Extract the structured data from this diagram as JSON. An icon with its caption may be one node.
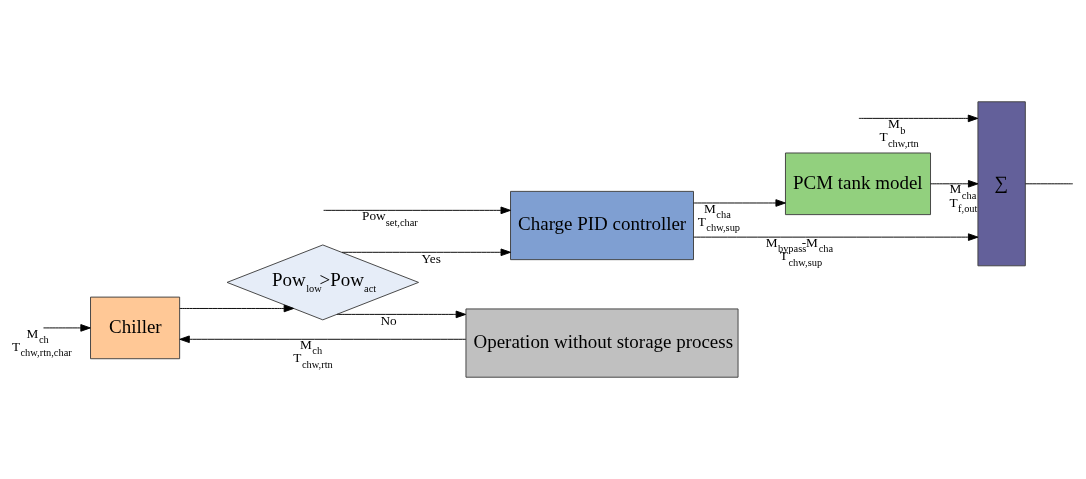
{
  "diagram": {
    "nodes": [
      {
        "text": [
          "Chiller"
        ]
      },
      {
        "text": [
          "Pow$_{low}$>Pow$_{act}$"
        ]
      },
      {
        "text": [
          "Charge PID controller"
        ]
      },
      {
        "text": [
          "PCM tank model"
        ]
      },
      {
        "text": [
          "∑"
        ]
      },
      {
        "text": [
          "Operation without storage process"
        ]
      }
    ],
    "edges": [
      {
        "from": 0,
        "to": 1,
        "arrow": "to"
      },
      {
        "from": 1,
        "to": 2,
        "arrow": "to",
        "label": "Yes"
      },
      {
        "from": null,
        "to": 2,
        "arrow": "to",
        "label": "Pow$_{set,char}$"
      },
      {
        "from": 2,
        "to": 3,
        "arrow": "to",
        "label": "M$_{cha}$ T$_{chw,sup}$"
      },
      {
        "from": 3,
        "to": 4,
        "arrow": "to",
        "label": "M$_{cha}$ T$_{f,out}$"
      },
      {
        "from": 2,
        "to": 4,
        "arrow": "to",
        "label": "M$_{bypass}$-M$_{cha}$ T$_{chw,sup}$"
      },
      {
        "from": null,
        "to": 4,
        "arrow": "to",
        "label": "M$_{b}$ T$_{chw,rtn}$"
      },
      {
        "from": 1,
        "to": 5,
        "arrow": "to",
        "label": "No"
      },
      {
        "from": 5,
        "to": 0,
        "arrow": "to",
        "label": "M$_{ch}$ T$_{chw,rtn}$"
      },
      {
        "from": null,
        "to": 0,
        "arrow": "to",
        "label": "M$_{ch}$ T$_{chw,rtn,char}$"
      },
      {
        "from": 4,
        "to": null,
        "arrow": "none"
      }
    ]
  }
}
